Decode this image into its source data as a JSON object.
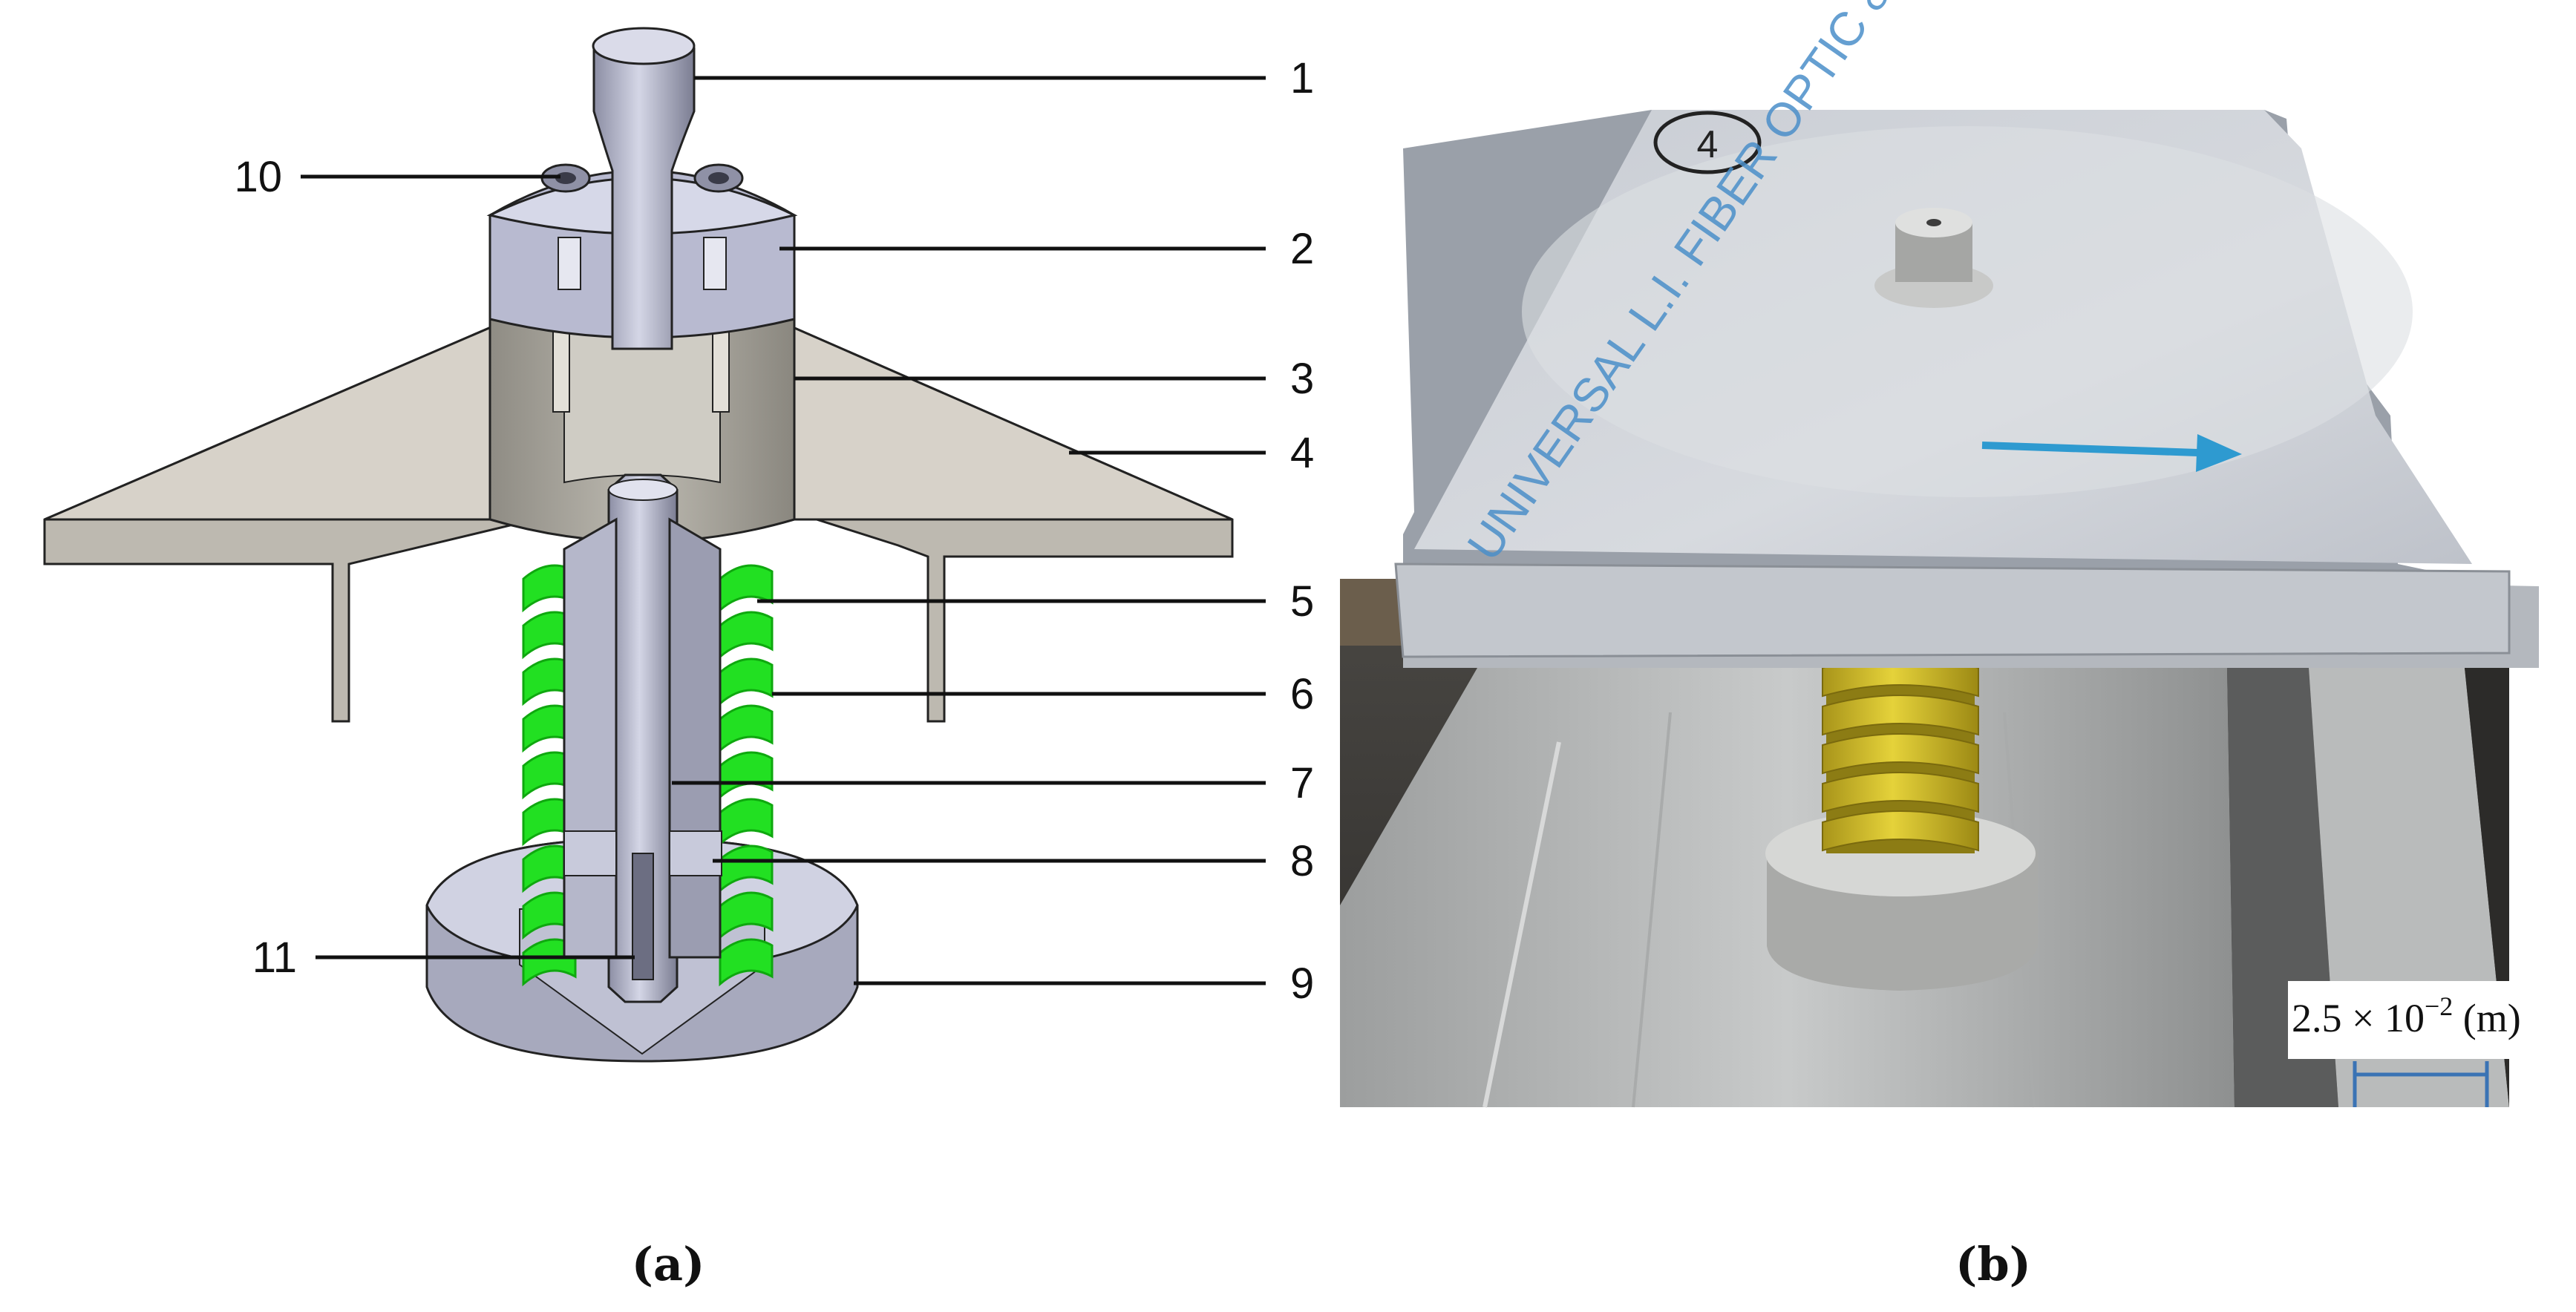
{
  "panels": {
    "a": {
      "caption": "(a)",
      "callouts": [
        {
          "number": "1"
        },
        {
          "number": "2"
        },
        {
          "number": "3"
        },
        {
          "number": "4"
        },
        {
          "number": "5"
        },
        {
          "number": "6"
        },
        {
          "number": "7"
        },
        {
          "number": "8"
        },
        {
          "number": "9"
        },
        {
          "number": "10"
        },
        {
          "number": "11"
        }
      ]
    },
    "b": {
      "caption": "(b)",
      "plate_text": "UNIVERSAL L.I. FIBER OPTIC & CO. POLY",
      "plate_mark": "4",
      "scale_bar": {
        "mantissa": "2.5 × 10",
        "exponent": "−2",
        "unit": " (m)"
      }
    }
  },
  "colors": {
    "spring_green": "#22e022",
    "spring_green_dark": "#0fa80f",
    "steel_light": "#c9cbdc",
    "steel_mid": "#9ea0b4",
    "steel_dark": "#6c6e82",
    "sleeve": "#aaa79e",
    "plate": "#d7d2c9",
    "photo_spring_yellow": "#d9c21f",
    "scale_blue": "#3a73b4",
    "arrow_blue": "#2e9ad0"
  }
}
